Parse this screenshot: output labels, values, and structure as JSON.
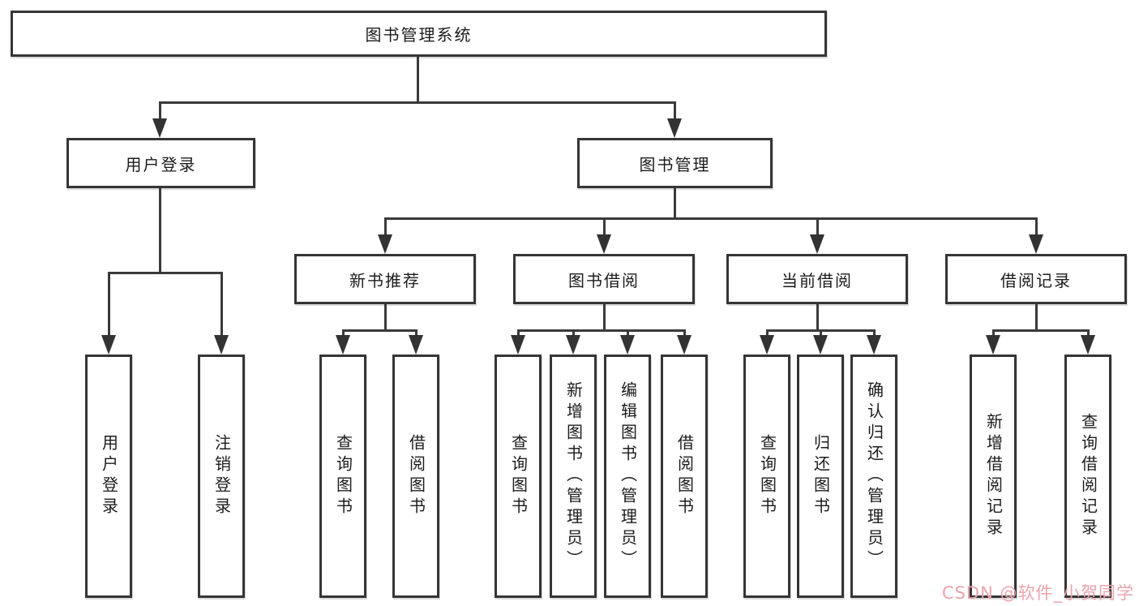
{
  "tree": {
    "root": {
      "label": "图书管理系统"
    },
    "branches": [
      {
        "label": "用户登录",
        "children": [
          {
            "label": "用户登录"
          },
          {
            "label": "注销登录"
          }
        ]
      },
      {
        "label": "图书管理",
        "children": [
          {
            "label": "新书推荐",
            "children": [
              {
                "label": "查询图书"
              },
              {
                "label": "借阅图书"
              }
            ]
          },
          {
            "label": "图书借阅",
            "children": [
              {
                "label": "查询图书"
              },
              {
                "label": "新增图书（管理员）"
              },
              {
                "label": "编辑图书（管理员）"
              },
              {
                "label": "借阅图书"
              }
            ]
          },
          {
            "label": "当前借阅",
            "children": [
              {
                "label": "查询图书"
              },
              {
                "label": "归还图书"
              },
              {
                "label": "确认归还（管理员）"
              }
            ]
          },
          {
            "label": "借阅记录",
            "children": [
              {
                "label": "新增借阅记录"
              },
              {
                "label": "查询借阅记录"
              }
            ]
          }
        ]
      }
    ]
  },
  "watermark": {
    "text": "CSDN @软件_小贺同学"
  },
  "colors": {
    "line": "#3a3a3a",
    "border": "#353535",
    "text": "#1c1c1c",
    "watermark": "#eca3ac",
    "background": "#ffffff"
  }
}
